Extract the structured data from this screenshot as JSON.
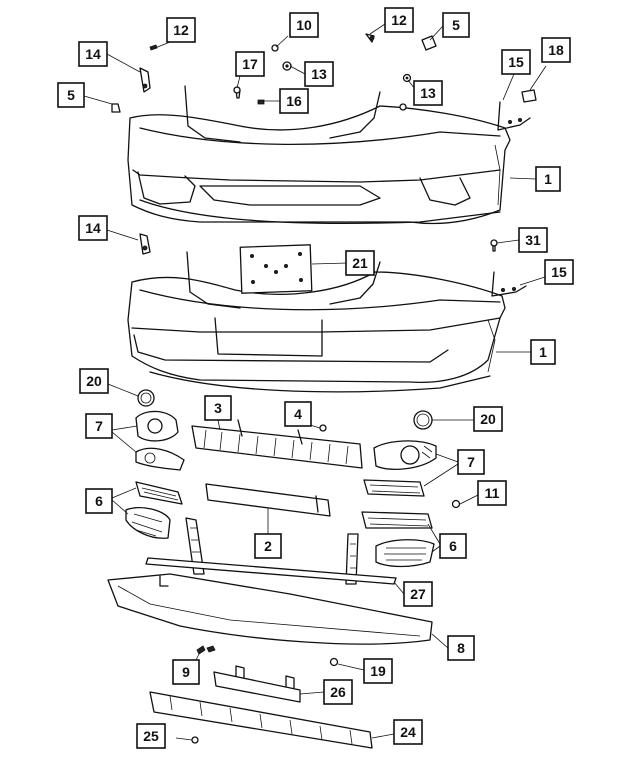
{
  "diagram": {
    "callouts": [
      "1",
      "1",
      "2",
      "3",
      "4",
      "5",
      "5",
      "6",
      "6",
      "7",
      "7",
      "8",
      "9",
      "10",
      "11",
      "12",
      "12",
      "13",
      "13",
      "14",
      "14",
      "15",
      "15",
      "16",
      "17",
      "18",
      "19",
      "20",
      "20",
      "21",
      "24",
      "25",
      "26",
      "27",
      "31"
    ]
  }
}
